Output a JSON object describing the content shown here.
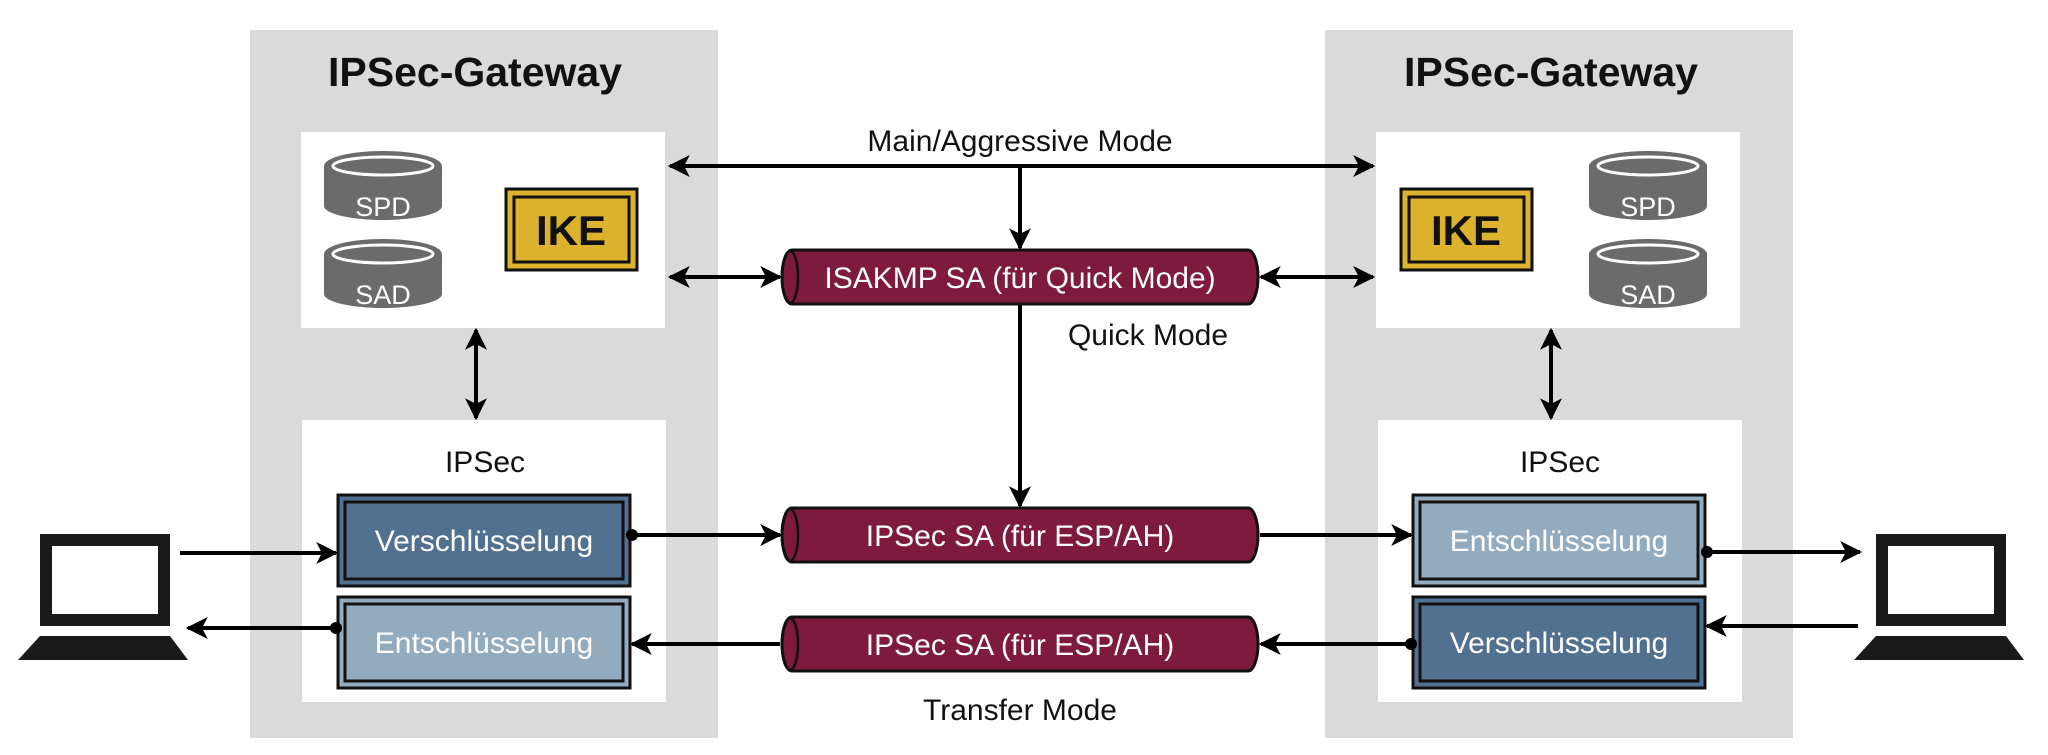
{
  "left_gateway": {
    "title": "IPSec-Gateway",
    "db_top": "SPD",
    "db_bottom": "SAD",
    "ike": "IKE",
    "ipsec_label": "IPSec",
    "encrypt": "Verschlüsselung",
    "decrypt": "Entschlüsselung"
  },
  "right_gateway": {
    "title": "IPSec-Gateway",
    "db_top": "SPD",
    "db_bottom": "SAD",
    "ike": "IKE",
    "ipsec_label": "IPSec",
    "encrypt": "Verschlüsselung",
    "decrypt": "Entschlüsselung"
  },
  "center": {
    "main_mode": "Main/Aggressive Mode",
    "isakmp": "ISAKMP SA (für Quick Mode)",
    "quick_mode": "Quick Mode",
    "ipsec_sa_1": "IPSec SA (für ESP/AH)",
    "ipsec_sa_2": "IPSec SA (für ESP/AH)",
    "transfer_mode": "Transfer Mode"
  },
  "colors": {
    "gateway_bg": "#dadada",
    "panel_bg": "#ffffff",
    "ike_gold": "#dcb22e",
    "pipe": "#7d1a3e",
    "encrypt_box": "#52708f",
    "decrypt_box": "#93abbf",
    "database": "#6b6b6b"
  },
  "icons": [
    "laptop-icon",
    "database-icon",
    "arrow-icon"
  ]
}
